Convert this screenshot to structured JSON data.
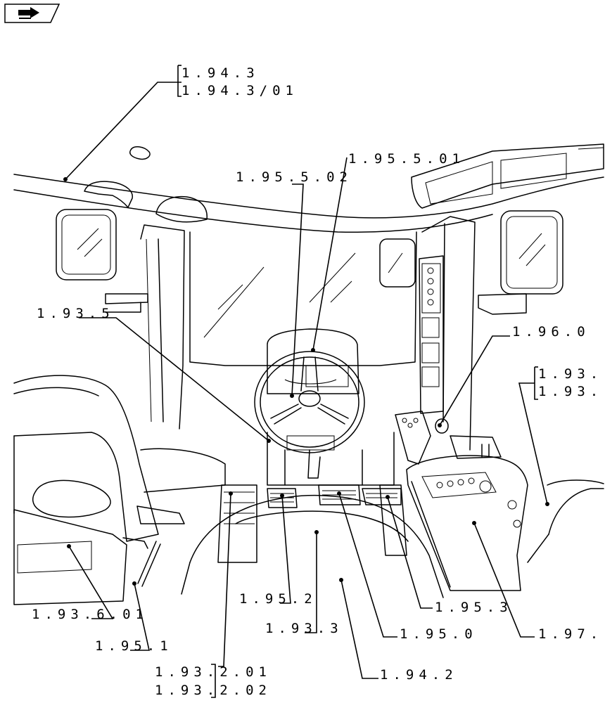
{
  "nav": {
    "icon": "next-page-arrow-icon"
  },
  "callouts": [
    {
      "id": "c1",
      "text": "1.94.3"
    },
    {
      "id": "c2",
      "text": "1.94.3/01"
    },
    {
      "id": "c3",
      "text": "1.95.5.01"
    },
    {
      "id": "c4",
      "text": "1.95.5.02"
    },
    {
      "id": "c5",
      "text": "1.93.5"
    },
    {
      "id": "c6",
      "text": "1.96.0"
    },
    {
      "id": "c7",
      "text": "1.93."
    },
    {
      "id": "c8",
      "text": "1.93."
    },
    {
      "id": "c9",
      "text": "1.95.2"
    },
    {
      "id": "c10",
      "text": "1.93.6.01"
    },
    {
      "id": "c11",
      "text": "1.95.1"
    },
    {
      "id": "c12",
      "text": "1.93.3"
    },
    {
      "id": "c13",
      "text": "1.95.3"
    },
    {
      "id": "c14",
      "text": "1.95.0"
    },
    {
      "id": "c15",
      "text": "1.97."
    },
    {
      "id": "c16",
      "text": "1.93.2.01"
    },
    {
      "id": "c17",
      "text": "1.93.2.02"
    },
    {
      "id": "c18",
      "text": "1.94.2"
    }
  ]
}
